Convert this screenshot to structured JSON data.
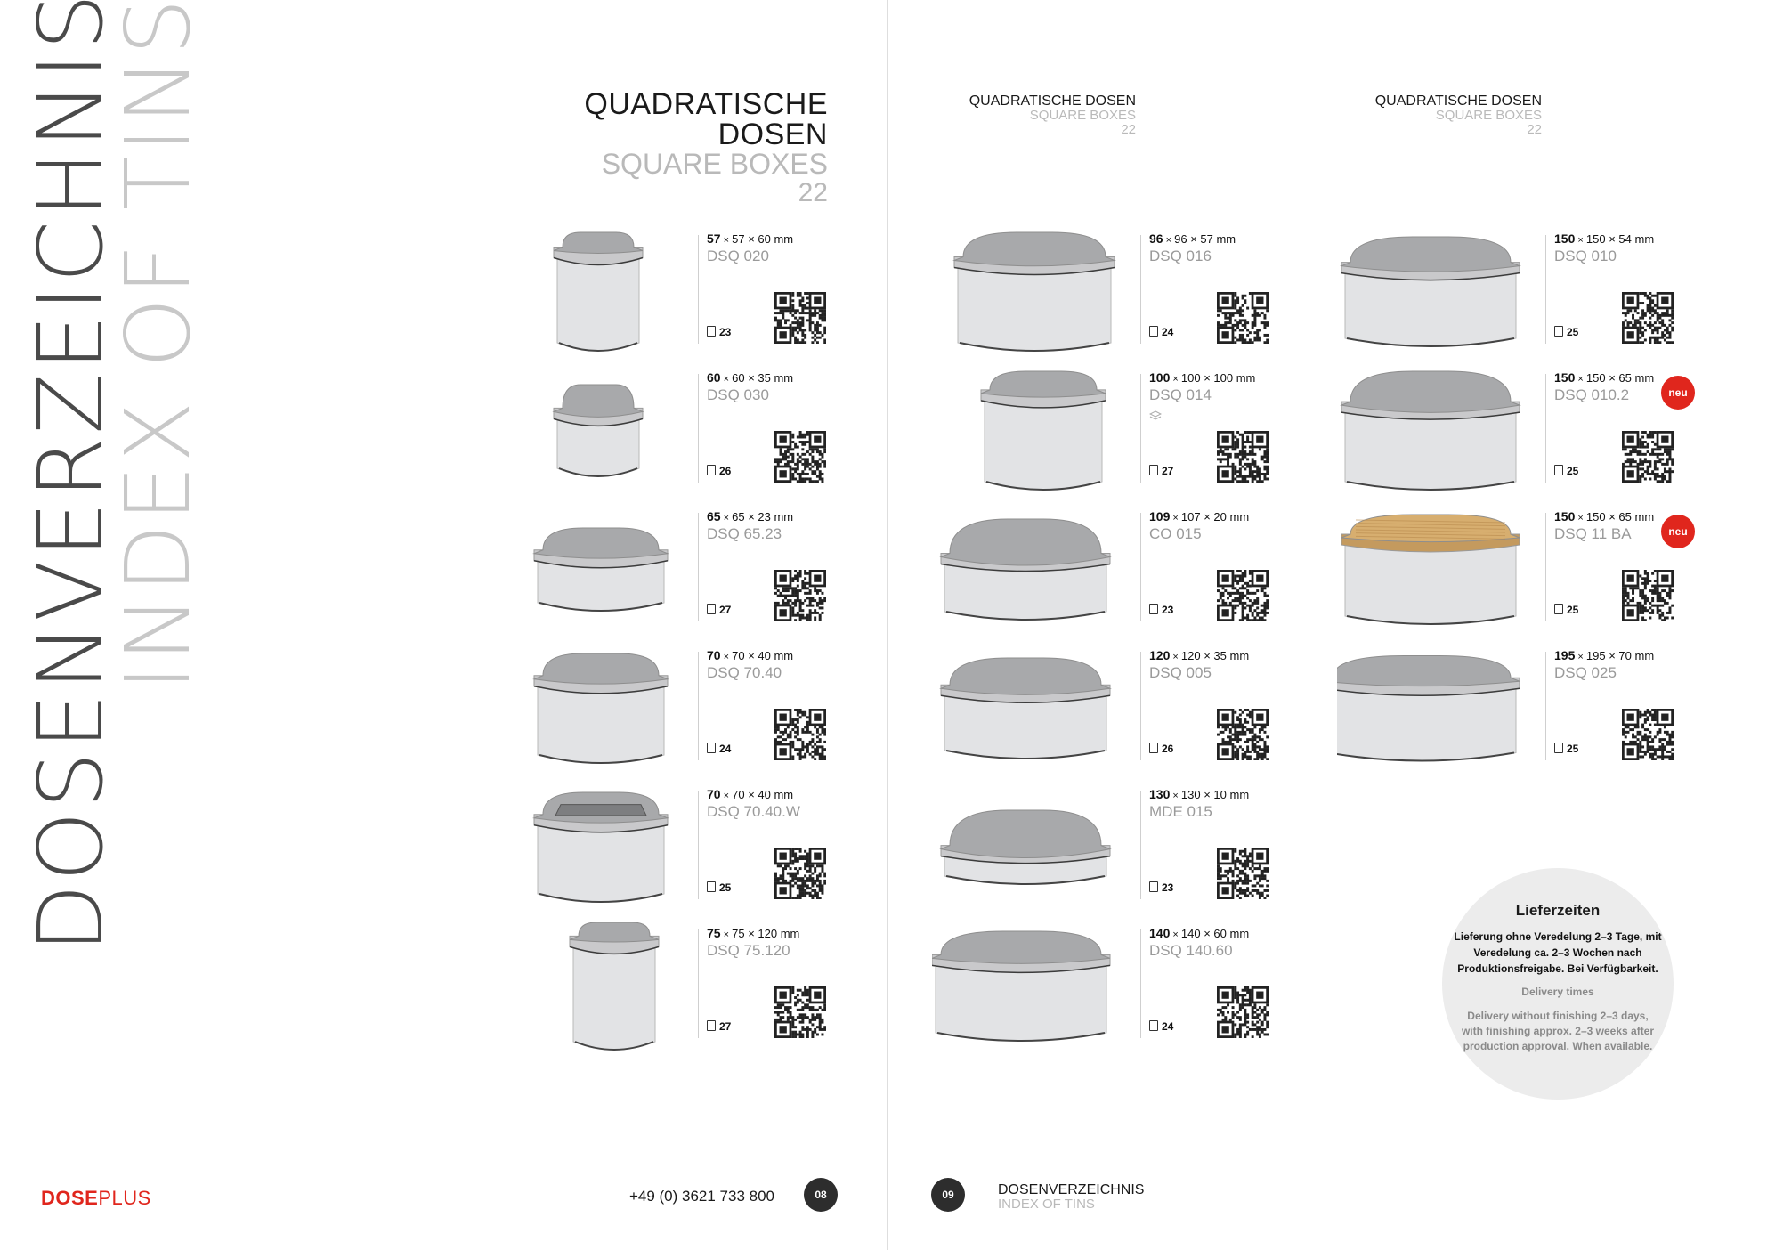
{
  "vertical_title": {
    "line1": "DOSENVERZEICHNIS",
    "line2": "INDEX OF TINS"
  },
  "section_header": {
    "title_de": "QUADRATISCHE DOSEN",
    "title_en": "SQUARE BOXES",
    "page_ref": "22"
  },
  "products_left": [
    {
      "dim_a": "57",
      "dim_rest": "57 × 60 mm",
      "code": "DSQ 020",
      "page": "23"
    },
    {
      "dim_a": "60",
      "dim_rest": "60 × 35 mm",
      "code": "DSQ 030",
      "page": "26"
    },
    {
      "dim_a": "65",
      "dim_rest": "65 × 23 mm",
      "code": "DSQ 65.23",
      "page": "27"
    },
    {
      "dim_a": "70",
      "dim_rest": "70 × 40 mm",
      "code": "DSQ 70.40",
      "page": "24"
    },
    {
      "dim_a": "70",
      "dim_rest": "70 × 40 mm",
      "code": "DSQ 70.40.W",
      "page": "25"
    },
    {
      "dim_a": "75",
      "dim_rest": "75 × 120 mm",
      "code": "DSQ 75.120",
      "page": "27"
    }
  ],
  "products_mid": [
    {
      "dim_a": "96",
      "dim_rest": "96 × 57 mm",
      "code": "DSQ 016",
      "page": "24"
    },
    {
      "dim_a": "100",
      "dim_rest": "100 × 100 mm",
      "code": "DSQ 014",
      "page": "27"
    },
    {
      "dim_a": "109",
      "dim_rest": "107 × 20 mm",
      "code": "CO 015",
      "page": "23"
    },
    {
      "dim_a": "120",
      "dim_rest": "120 × 35 mm",
      "code": "DSQ 005",
      "page": "26"
    },
    {
      "dim_a": "130",
      "dim_rest": "130 × 10 mm",
      "code": "MDE 015",
      "page": "23"
    },
    {
      "dim_a": "140",
      "dim_rest": "140 × 60 mm",
      "code": "DSQ 140.60",
      "page": "24"
    }
  ],
  "products_right": [
    {
      "dim_a": "150",
      "dim_rest": "150 × 54 mm",
      "code": "DSQ 010",
      "page": "25"
    },
    {
      "dim_a": "150",
      "dim_rest": "150 × 65 mm",
      "code": "DSQ 010.2",
      "page": "25"
    },
    {
      "dim_a": "150",
      "dim_rest": "150 × 65 mm",
      "code": "DSQ 11 BA",
      "page": "25"
    },
    {
      "dim_a": "195",
      "dim_rest": "195 × 70 mm",
      "code": "DSQ 025",
      "page": "25"
    }
  ],
  "badge_label": "neu",
  "delivery": {
    "title": "Lieferzeiten",
    "text_de": "Lieferung ohne Veredelung 2–3 Tage, mit Veredelung ca. 2–3 Wochen nach Produktionsfreigabe. Bei Verfügbarkeit.",
    "title_en": "Delivery times",
    "text_en": "Delivery without finishing 2–3 days, with finishing approx. 2–3 weeks after production approval. When available."
  },
  "footer": {
    "brand_bold": "DOSE",
    "brand_rest": "PLUS",
    "phone": "+49 (0) 3621 733 800",
    "page_left": "08",
    "page_right": "09",
    "right_title": "DOSENVERZEICHNIS",
    "right_subtitle": "INDEX OF TINS"
  },
  "colors": {
    "accent_red": "#e0261d",
    "tin_lid": "#a9a9a9",
    "tin_body": "#dcdcdc",
    "grey_text": "#b9b9b9"
  }
}
